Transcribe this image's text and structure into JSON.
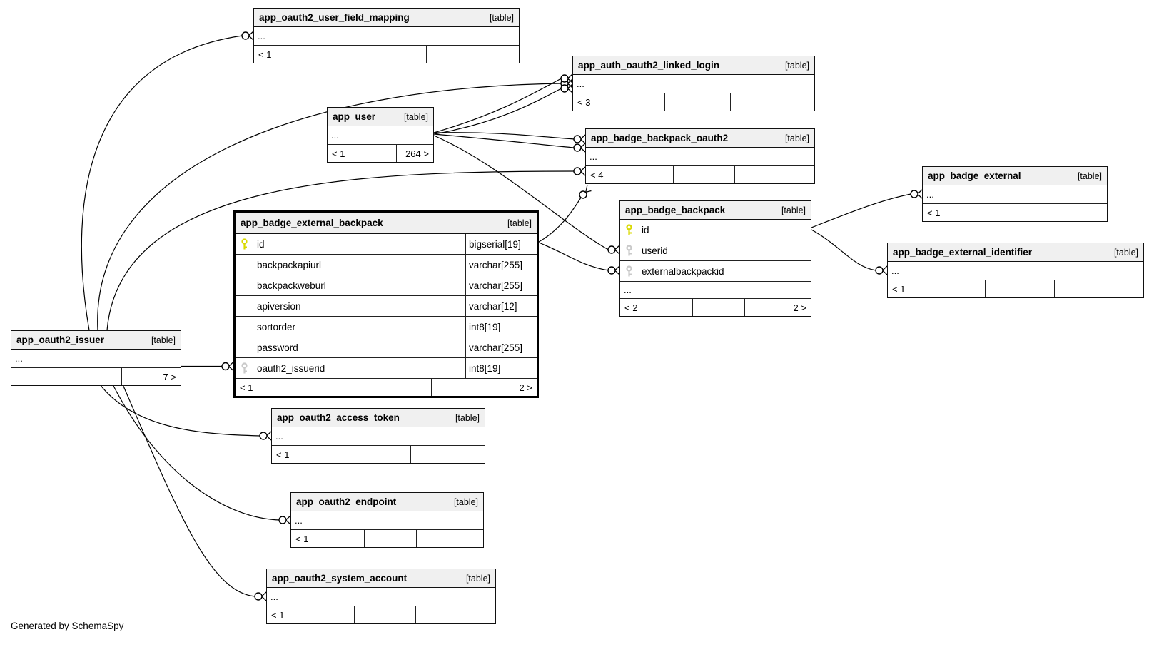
{
  "footer_note": "Generated by SchemaSpy",
  "colors": {
    "background": "#ffffff",
    "title_bg": "#f0f0f0",
    "table_border": "#111111",
    "pk_key": "#d9d900",
    "fk_key": "#c9c9c9"
  },
  "tables": [
    {
      "name": "app_oauth2_user_field_mapping",
      "tag": "[table]",
      "rows": [
        {
          "ellipsis": "..."
        }
      ],
      "footer": [
        "< 1",
        "",
        ""
      ]
    },
    {
      "name": "app_auth_oauth2_linked_login",
      "tag": "[table]",
      "rows": [
        {
          "ellipsis": "..."
        }
      ],
      "footer": [
        "< 3",
        "",
        ""
      ]
    },
    {
      "name": "app_user",
      "tag": "[table]",
      "rows": [
        {
          "ellipsis": "..."
        }
      ],
      "footer": [
        "< 1",
        "",
        "264 >"
      ]
    },
    {
      "name": "app_badge_backpack_oauth2",
      "tag": "[table]",
      "rows": [
        {
          "ellipsis": "..."
        }
      ],
      "footer": [
        "< 4",
        "",
        ""
      ]
    },
    {
      "name": "app_badge_external",
      "tag": "[table]",
      "rows": [
        {
          "ellipsis": "..."
        }
      ],
      "footer": [
        "< 1",
        "",
        ""
      ]
    },
    {
      "name": "app_badge_external_backpack",
      "tag": "[table]",
      "emphasized": true,
      "rows": [
        {
          "key": "pk",
          "name": "id",
          "type": "bigserial[19]"
        },
        {
          "name": "backpackapiurl",
          "type": "varchar[255]"
        },
        {
          "name": "backpackweburl",
          "type": "varchar[255]"
        },
        {
          "name": "apiversion",
          "type": "varchar[12]"
        },
        {
          "name": "sortorder",
          "type": "int8[19]"
        },
        {
          "name": "password",
          "type": "varchar[255]"
        },
        {
          "key": "fk",
          "name": "oauth2_issuerid",
          "type": "int8[19]"
        }
      ],
      "footer": [
        "< 1",
        "",
        "2 >"
      ]
    },
    {
      "name": "app_badge_backpack",
      "tag": "[table]",
      "rows": [
        {
          "key": "pk",
          "name": "id"
        },
        {
          "key": "fk",
          "name": "userid"
        },
        {
          "key": "fk",
          "name": "externalbackpackid"
        },
        {
          "ellipsis": "..."
        }
      ],
      "footer": [
        "< 2",
        "",
        "2 >"
      ]
    },
    {
      "name": "app_badge_external_identifier",
      "tag": "[table]",
      "rows": [
        {
          "ellipsis": "..."
        }
      ],
      "footer": [
        "< 1",
        "",
        ""
      ]
    },
    {
      "name": "app_oauth2_issuer",
      "tag": "[table]",
      "rows": [
        {
          "ellipsis": "..."
        }
      ],
      "footer": [
        "",
        "",
        "7 >"
      ]
    },
    {
      "name": "app_oauth2_access_token",
      "tag": "[table]",
      "rows": [
        {
          "ellipsis": "..."
        }
      ],
      "footer": [
        "< 1",
        "",
        ""
      ]
    },
    {
      "name": "app_oauth2_endpoint",
      "tag": "[table]",
      "rows": [
        {
          "ellipsis": "..."
        }
      ],
      "footer": [
        "< 1",
        "",
        ""
      ]
    },
    {
      "name": "app_oauth2_system_account",
      "tag": "[table]",
      "rows": [
        {
          "ellipsis": "..."
        }
      ],
      "footer": [
        "< 1",
        "",
        ""
      ]
    }
  ],
  "relationships": [
    {
      "from": "app_oauth2_issuer",
      "to": "app_oauth2_user_field_mapping"
    },
    {
      "from": "app_oauth2_issuer",
      "to": "app_auth_oauth2_linked_login"
    },
    {
      "from": "app_user",
      "to": "app_auth_oauth2_linked_login"
    },
    {
      "from": "app_user",
      "to": "app_auth_oauth2_linked_login"
    },
    {
      "from": "app_oauth2_issuer",
      "to": "app_badge_backpack_oauth2"
    },
    {
      "from": "app_user",
      "to": "app_badge_backpack_oauth2"
    },
    {
      "from": "app_user",
      "to": "app_badge_backpack_oauth2"
    },
    {
      "from": "app_badge_external_backpack",
      "to": "app_badge_backpack_oauth2"
    },
    {
      "from": "app_user",
      "to": "app_badge_backpack.userid"
    },
    {
      "from": "app_badge_external_backpack",
      "to": "app_badge_backpack.externalbackpackid"
    },
    {
      "from": "app_oauth2_issuer",
      "to": "app_badge_external_backpack.oauth2_issuerid"
    },
    {
      "from": "app_badge_backpack",
      "to": "app_badge_external"
    },
    {
      "from": "app_badge_backpack",
      "to": "app_badge_external_identifier"
    },
    {
      "from": "app_oauth2_issuer",
      "to": "app_oauth2_access_token"
    },
    {
      "from": "app_oauth2_issuer",
      "to": "app_oauth2_endpoint"
    },
    {
      "from": "app_oauth2_issuer",
      "to": "app_oauth2_system_account"
    }
  ]
}
